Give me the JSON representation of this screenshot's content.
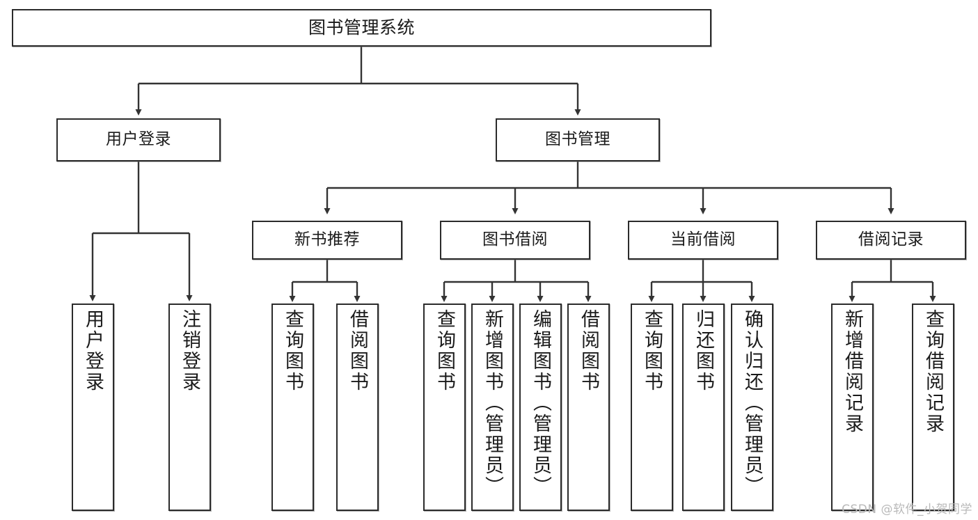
{
  "diagram": {
    "type": "tree",
    "title": "图书管理系统",
    "watermark": "CSDN @软件_小贺同学",
    "colors": {
      "box_border": "#2b2b2b",
      "box_fill": "#ffffff",
      "edge": "#333333",
      "text": "#1a1a1a",
      "watermark": "#b9b9b9"
    },
    "nodes": {
      "root": {
        "label": "图书管理系统",
        "level": 1,
        "orientation": "horizontal"
      },
      "n_user_login": {
        "label": "用户登录",
        "level": 2,
        "orientation": "horizontal"
      },
      "n_book_mgmt": {
        "label": "图书管理",
        "level": 2,
        "orientation": "horizontal"
      },
      "n_new_book": {
        "label": "新书推荐",
        "level": 3,
        "orientation": "horizontal"
      },
      "n_borrow": {
        "label": "图书借阅",
        "level": 3,
        "orientation": "horizontal"
      },
      "n_current": {
        "label": "当前借阅",
        "level": 3,
        "orientation": "horizontal"
      },
      "n_record": {
        "label": "借阅记录",
        "level": 3,
        "orientation": "horizontal"
      },
      "l_user_login": {
        "label": "用户登录",
        "level": 4,
        "orientation": "vertical"
      },
      "l_logout": {
        "label": "注销登录",
        "level": 4,
        "orientation": "vertical"
      },
      "l_query_book_1": {
        "label": "查询图书",
        "level": 4,
        "orientation": "vertical"
      },
      "l_borrow_book_1": {
        "label": "借阅图书",
        "level": 4,
        "orientation": "vertical"
      },
      "l_query_book_2": {
        "label": "查询图书",
        "level": 4,
        "orientation": "vertical"
      },
      "l_add_book": {
        "label": "新增图书（管理员）",
        "level": 4,
        "orientation": "vertical"
      },
      "l_edit_book": {
        "label": "编辑图书（管理员）",
        "level": 4,
        "orientation": "vertical"
      },
      "l_borrow_book_2": {
        "label": "借阅图书",
        "level": 4,
        "orientation": "vertical"
      },
      "l_query_book_3": {
        "label": "查询图书",
        "level": 4,
        "orientation": "vertical"
      },
      "l_return_book": {
        "label": "归还图书",
        "level": 4,
        "orientation": "vertical"
      },
      "l_confirm_return": {
        "label": "确认归还（管理员）",
        "level": 4,
        "orientation": "vertical"
      },
      "l_add_record": {
        "label": "新增借阅记录",
        "level": 4,
        "orientation": "vertical"
      },
      "l_query_record": {
        "label": "查询借阅记录",
        "level": 4,
        "orientation": "vertical"
      }
    },
    "edges": [
      {
        "from": "root",
        "to": "n_user_login"
      },
      {
        "from": "root",
        "to": "n_book_mgmt"
      },
      {
        "from": "n_user_login",
        "to": "l_user_login"
      },
      {
        "from": "n_user_login",
        "to": "l_logout"
      },
      {
        "from": "n_book_mgmt",
        "to": "n_new_book"
      },
      {
        "from": "n_book_mgmt",
        "to": "n_borrow"
      },
      {
        "from": "n_book_mgmt",
        "to": "n_current"
      },
      {
        "from": "n_book_mgmt",
        "to": "n_record"
      },
      {
        "from": "n_new_book",
        "to": "l_query_book_1"
      },
      {
        "from": "n_new_book",
        "to": "l_borrow_book_1"
      },
      {
        "from": "n_borrow",
        "to": "l_query_book_2"
      },
      {
        "from": "n_borrow",
        "to": "l_add_book"
      },
      {
        "from": "n_borrow",
        "to": "l_edit_book"
      },
      {
        "from": "n_borrow",
        "to": "l_borrow_book_2"
      },
      {
        "from": "n_current",
        "to": "l_query_book_3"
      },
      {
        "from": "n_current",
        "to": "l_return_book"
      },
      {
        "from": "n_current",
        "to": "l_confirm_return"
      },
      {
        "from": "n_record",
        "to": "l_add_record"
      },
      {
        "from": "n_record",
        "to": "l_query_record"
      }
    ]
  }
}
